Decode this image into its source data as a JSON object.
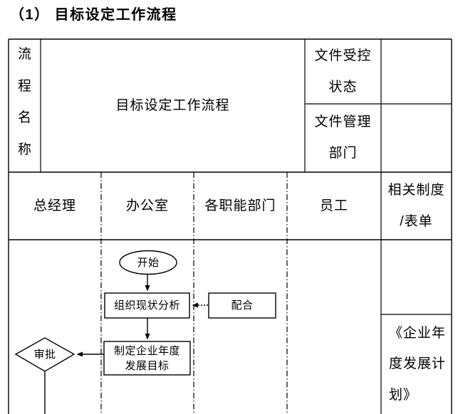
{
  "title": "（1） 目标设定工作流程",
  "header_table": {
    "process_name_label": "流程名称",
    "process_name_value": "目标设定工作流程",
    "doc_status_label": "文件受控\n状态",
    "doc_status_value": "",
    "doc_dept_label": "文件管理\n部门",
    "doc_dept_value": ""
  },
  "lane_headers": [
    "总经理",
    "办公室",
    "各职能部门",
    "员工",
    "相关制度\n/表单"
  ],
  "flowchart": {
    "start_label": "开始",
    "analyze_label": "组织现状分析",
    "cooperate_label": "配合",
    "goal_label": "制定企业年度\n发展目标",
    "approve_label": "审批"
  },
  "related_docs": {
    "annual_plan": "《企业年\n度发展计\n划》"
  },
  "colors": {
    "line": "#000000",
    "text": "#000000",
    "background": "#ffffff"
  }
}
